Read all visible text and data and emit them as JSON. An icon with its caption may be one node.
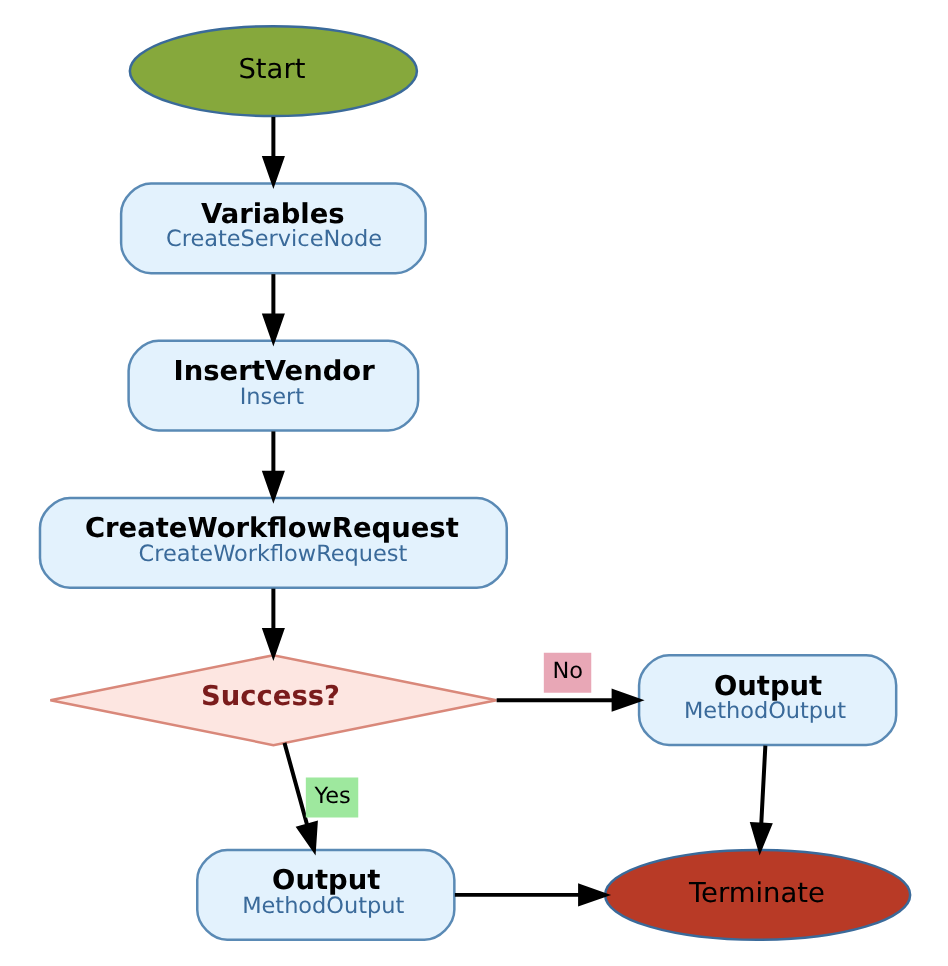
{
  "diagram": {
    "nodes": [
      {
        "text": [
          "Start"
        ]
      },
      {
        "text": [
          "Variables",
          "CreateServiceNode"
        ]
      },
      {
        "text": [
          "InsertVendor",
          "Insert"
        ]
      },
      {
        "text": [
          "CreateWorkflowRequest",
          "CreateWorkflowRequest"
        ]
      },
      {
        "text": [
          "Success?"
        ]
      },
      {
        "text": [
          "Output",
          "MethodOutput"
        ]
      },
      {
        "text": [
          "Output",
          "MethodOutput"
        ]
      },
      {
        "text": [
          "Terminate"
        ]
      }
    ],
    "edges": [
      {
        "from": 0,
        "to": 1,
        "arrow": "to"
      },
      {
        "from": 1,
        "to": 2,
        "arrow": "to"
      },
      {
        "from": 2,
        "to": 3,
        "arrow": "to"
      },
      {
        "from": 3,
        "to": 4,
        "arrow": "to"
      },
      {
        "from": 4,
        "to": 5,
        "arrow": "to",
        "label": "No"
      },
      {
        "from": 4,
        "to": 6,
        "arrow": "to",
        "label": "Yes"
      },
      {
        "from": 5,
        "to": 7,
        "arrow": "to"
      },
      {
        "from": 6,
        "to": 7,
        "arrow": "to"
      }
    ]
  }
}
